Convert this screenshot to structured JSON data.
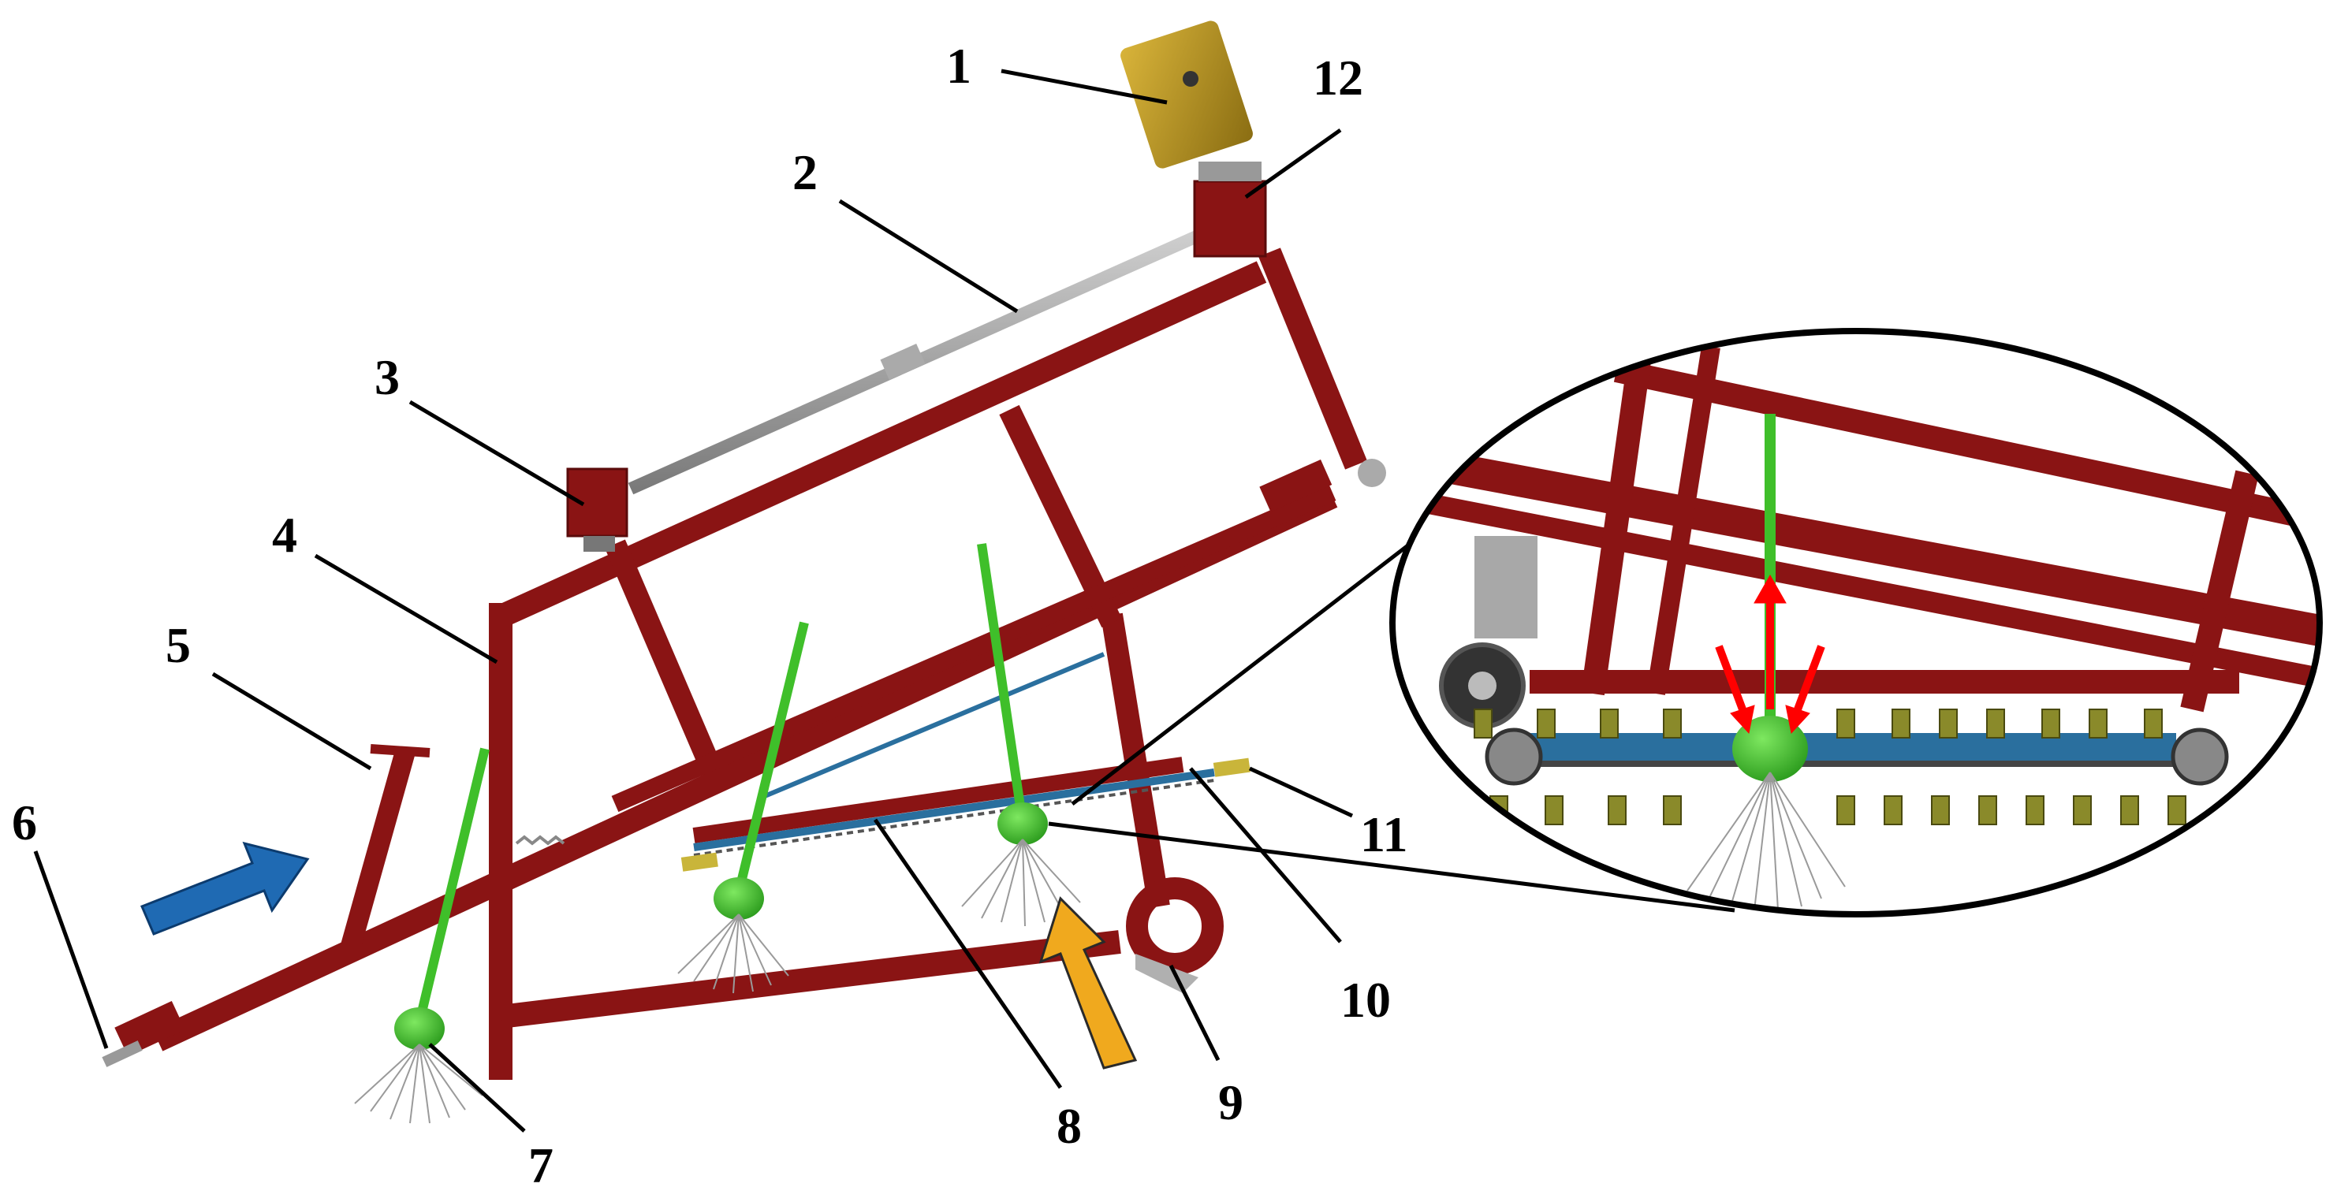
{
  "callouts": {
    "c1": "1",
    "c2": "2",
    "c3": "3",
    "c4": "4",
    "c5": "5",
    "c6": "6",
    "c7": "7",
    "c8": "8",
    "c9": "9",
    "c10": "10",
    "c11": "11",
    "c12": "12"
  },
  "colors": {
    "frame": "#8a1414",
    "frame_dark": "#5a0b0b",
    "motor": "#b8941f",
    "shaft": "#9a9a9a",
    "bulb": "#3fbf2a",
    "stem": "#3fbf2a",
    "belt": "#2a6f9e",
    "clamps": "#8a8a2a",
    "feed_arrow": "#1f6ab3",
    "exit_arrow": "#f0a91e",
    "force_arrows": "#ff0000"
  }
}
